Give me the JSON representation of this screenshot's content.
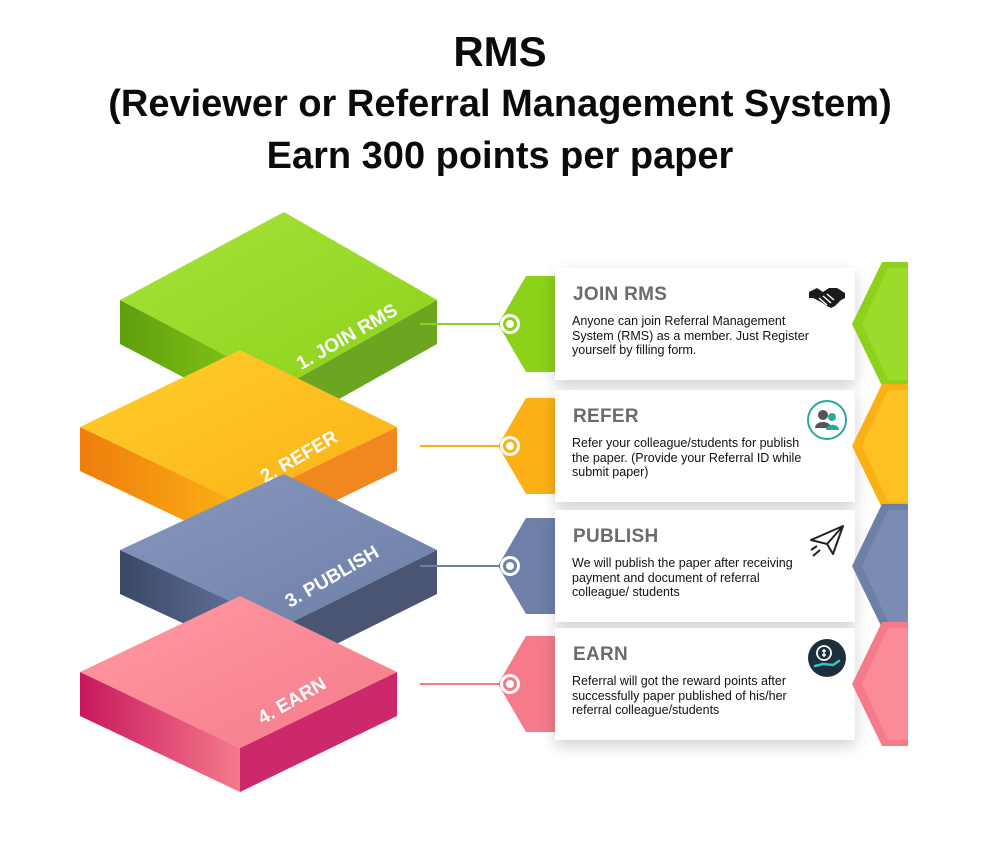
{
  "header": {
    "line1": "RMS",
    "line2": "(Reviewer or Referral Management System)",
    "line3": "Earn 300 points per paper"
  },
  "steps": [
    {
      "layer_label": "1. JOIN RMS",
      "title": "JOIN RMS",
      "description": "Anyone can join Referral Management System (RMS) as a member. Just Register yourself by filling form.",
      "icon": "handshake-icon",
      "color": "#8cd11a",
      "color_light": "#a6e33a",
      "color_dark": "#5f9e0e"
    },
    {
      "layer_label": "2. REFER",
      "title": "REFER",
      "description": "Refer your colleague/students for publish the paper. (Provide your Referral ID while submit paper)",
      "icon": "users-icon",
      "color": "#fbb116",
      "color_light": "#ffcf2b",
      "color_dark": "#ef7d0c"
    },
    {
      "layer_label": "3. PUBLISH",
      "title": "PUBLISH",
      "description": "We will publish the paper after receiving payment and document of referral colleague/ students",
      "icon": "paper-plane-icon",
      "color": "#6e7fa8",
      "color_light": "#8797bd",
      "color_dark": "#3a4766"
    },
    {
      "layer_label": "4. EARN",
      "title": "EARN",
      "description": "Referral will got the reward points after successfully paper published of his/her referral colleague/students",
      "icon": "coin-hand-icon",
      "color": "#f57a8a",
      "color_light": "#ff9aa3",
      "color_dark": "#c8175e"
    }
  ]
}
